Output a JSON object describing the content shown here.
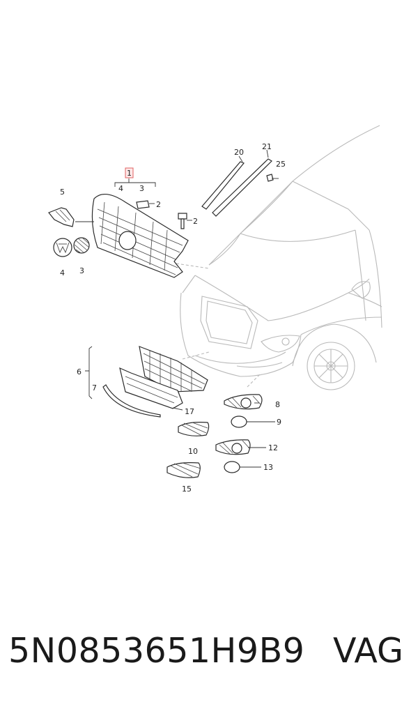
{
  "footer": {
    "part_number": "5N0853651H9B9",
    "brand": "VAG"
  },
  "callouts": {
    "c1": "1",
    "c2a": "2",
    "c2b": "2",
    "c3a": "3",
    "c3b": "3",
    "c4a": "4",
    "c4b": "4",
    "c5": "5",
    "c6": "6",
    "c7": "7",
    "c8": "8",
    "c9": "9",
    "c10": "10",
    "c12": "12",
    "c13": "13",
    "c15": "15",
    "c17": "17",
    "c20": "20",
    "c21": "21",
    "c25": "25"
  }
}
